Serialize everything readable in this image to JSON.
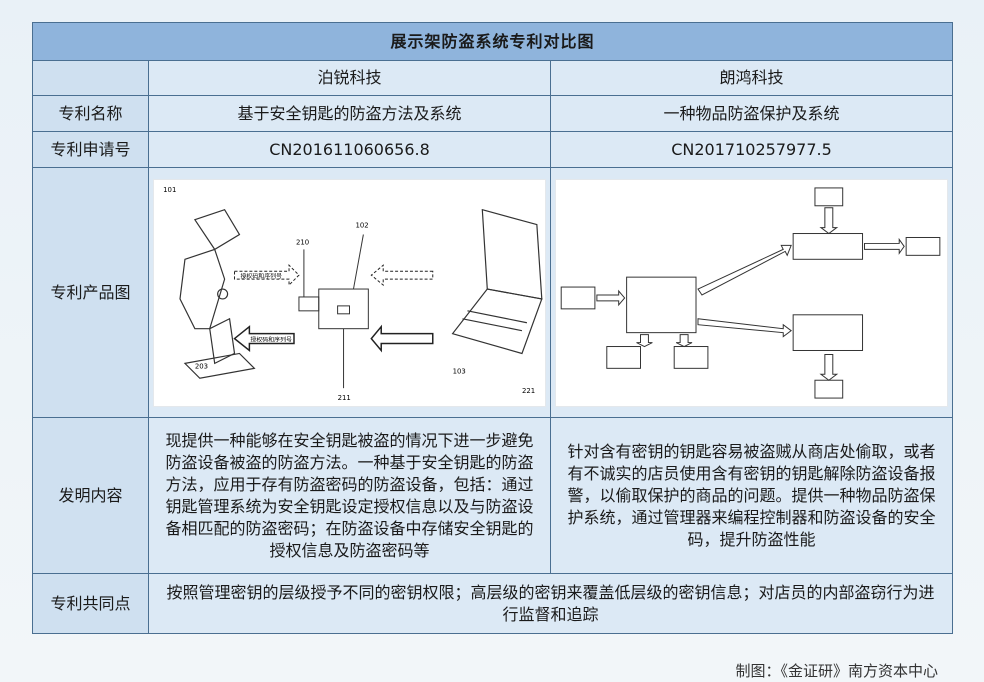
{
  "title": "展示架防盗系统专利对比图",
  "companies": [
    "泊锐科技",
    "朗鸿科技"
  ],
  "rows": {
    "name": {
      "label": "专利名称",
      "left": "基于安全钥匙的防盗方法及系统",
      "right": "一种物品防盗保护及系统"
    },
    "number": {
      "label": "专利申请号",
      "left": "CN201611060656.8",
      "right": "CN201710257977.5"
    },
    "image": {
      "label": "专利产品图"
    },
    "content": {
      "label": "发明内容",
      "left": "现提供一种能够在安全钥匙被盗的情况下进一步避免防盗设备被盗的防盗方法。一种基于安全钥匙的防盗方法，应用于存有防盗密码的防盗设备，包括：通过钥匙管理系统为安全钥匙设定授权信息以及与防盗设备相匹配的防盗密码；在防盗设备中存储安全钥匙的授权信息及防盗密码等",
      "right": "针对含有密钥的钥匙容易被盗贼从商店处偷取，或者有不诚实的店员使用含有密钥的钥匙解除防盗设备报警，以偷取保护的商品的问题。提供一种物品防盗保护系统，通过管理器来编程控制器和防盗设备的安全码，提升防盗性能"
    },
    "common": {
      "label": "专利共同点",
      "text": "按照管理密钥的层级授予不同的密钥权限；高层级的密钥来覆盖低层级的密钥信息；对店员的内部盗窃行为进行监督和追踪"
    }
  },
  "figure_left": {
    "numbers": [
      "101",
      "102",
      "210",
      "203",
      "211",
      "103",
      "221"
    ],
    "arrow_text": "授权码和序列号",
    "arrow_text_2": "授权码和序列号"
  },
  "footer": "制图：《金证研》南方资本中心"
}
